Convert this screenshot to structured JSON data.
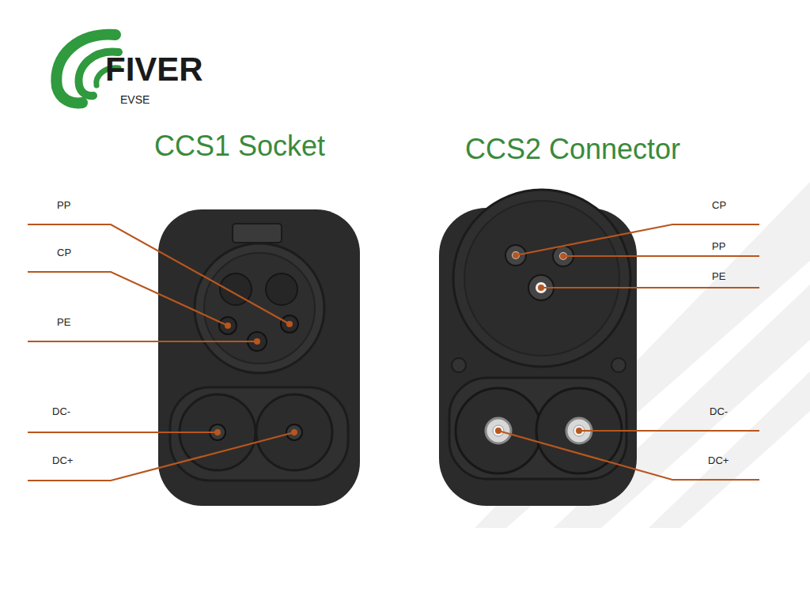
{
  "diagram": {
    "labels": [
      "FIVER",
      "EVSE",
      "CCS1 Socket",
      "CCS2 Connector",
      "PP",
      "CP",
      "PE",
      "DC-",
      "DC+",
      "CP",
      "PP",
      "PE",
      "DC-",
      "DC+"
    ]
  }
}
